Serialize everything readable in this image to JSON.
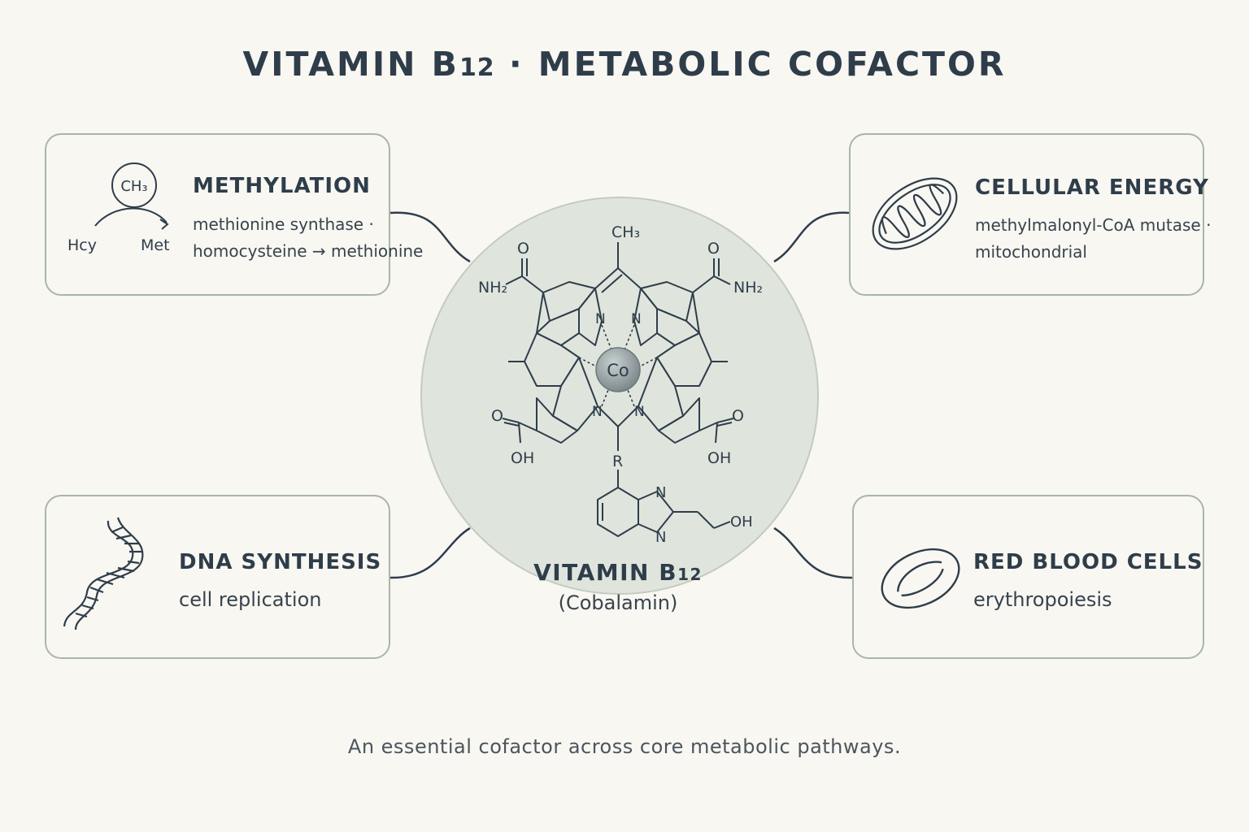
{
  "title": {
    "main": "VITAMIN B",
    "sub": "12",
    "rest": " · METABOLIC COFACTOR"
  },
  "center": {
    "name": "VITAMIN B",
    "name_sub": "12",
    "subtitle": "(Cobalamin)",
    "atom_center": "Co",
    "molecule_labels": {
      "methyl_top": "CH₃",
      "n1": "N",
      "n2": "N",
      "n3": "N",
      "n4": "N",
      "o_tl": "O",
      "o_tr": "O",
      "o_bl": "O",
      "o_br": "O",
      "nh2_left": "NH₂",
      "nh2_right": "NH₂",
      "oh_left": "OH",
      "oh_right": "OH",
      "r_group": "R",
      "n_benz_top": "N",
      "n_benz_bottom": "N",
      "oh_tail": "OH"
    }
  },
  "cards": {
    "methylation": {
      "heading": "METHYLATION",
      "line1": "methionine synthase ·",
      "line2": "homocysteine → methionine",
      "icon": "methyl-transfer-icon",
      "icon_labels": {
        "group": "CH₃",
        "from": "Hcy",
        "to": "Met"
      }
    },
    "cellular_energy": {
      "heading": "CELLULAR ENERGY",
      "line1": "methylmalonyl-CoA mutase ·",
      "line2": "mitochondrial",
      "icon": "mitochondrion-icon"
    },
    "dna_synthesis": {
      "heading": "DNA SYNTHESIS",
      "line1": "cell replication",
      "icon": "dna-helix-icon"
    },
    "red_blood_cells": {
      "heading": "RED BLOOD CELLS",
      "line1": "erythropoiesis",
      "icon": "red-blood-cell-icon"
    }
  },
  "caption": "An essential cofactor across core metabolic pathways.",
  "colors": {
    "background": "#f8f7f2",
    "card_border": "#a9b6a6",
    "hub_fill": "#dfe5dd",
    "text_dark": "#2f3d4a",
    "cobalt": "#9aa6a7"
  }
}
